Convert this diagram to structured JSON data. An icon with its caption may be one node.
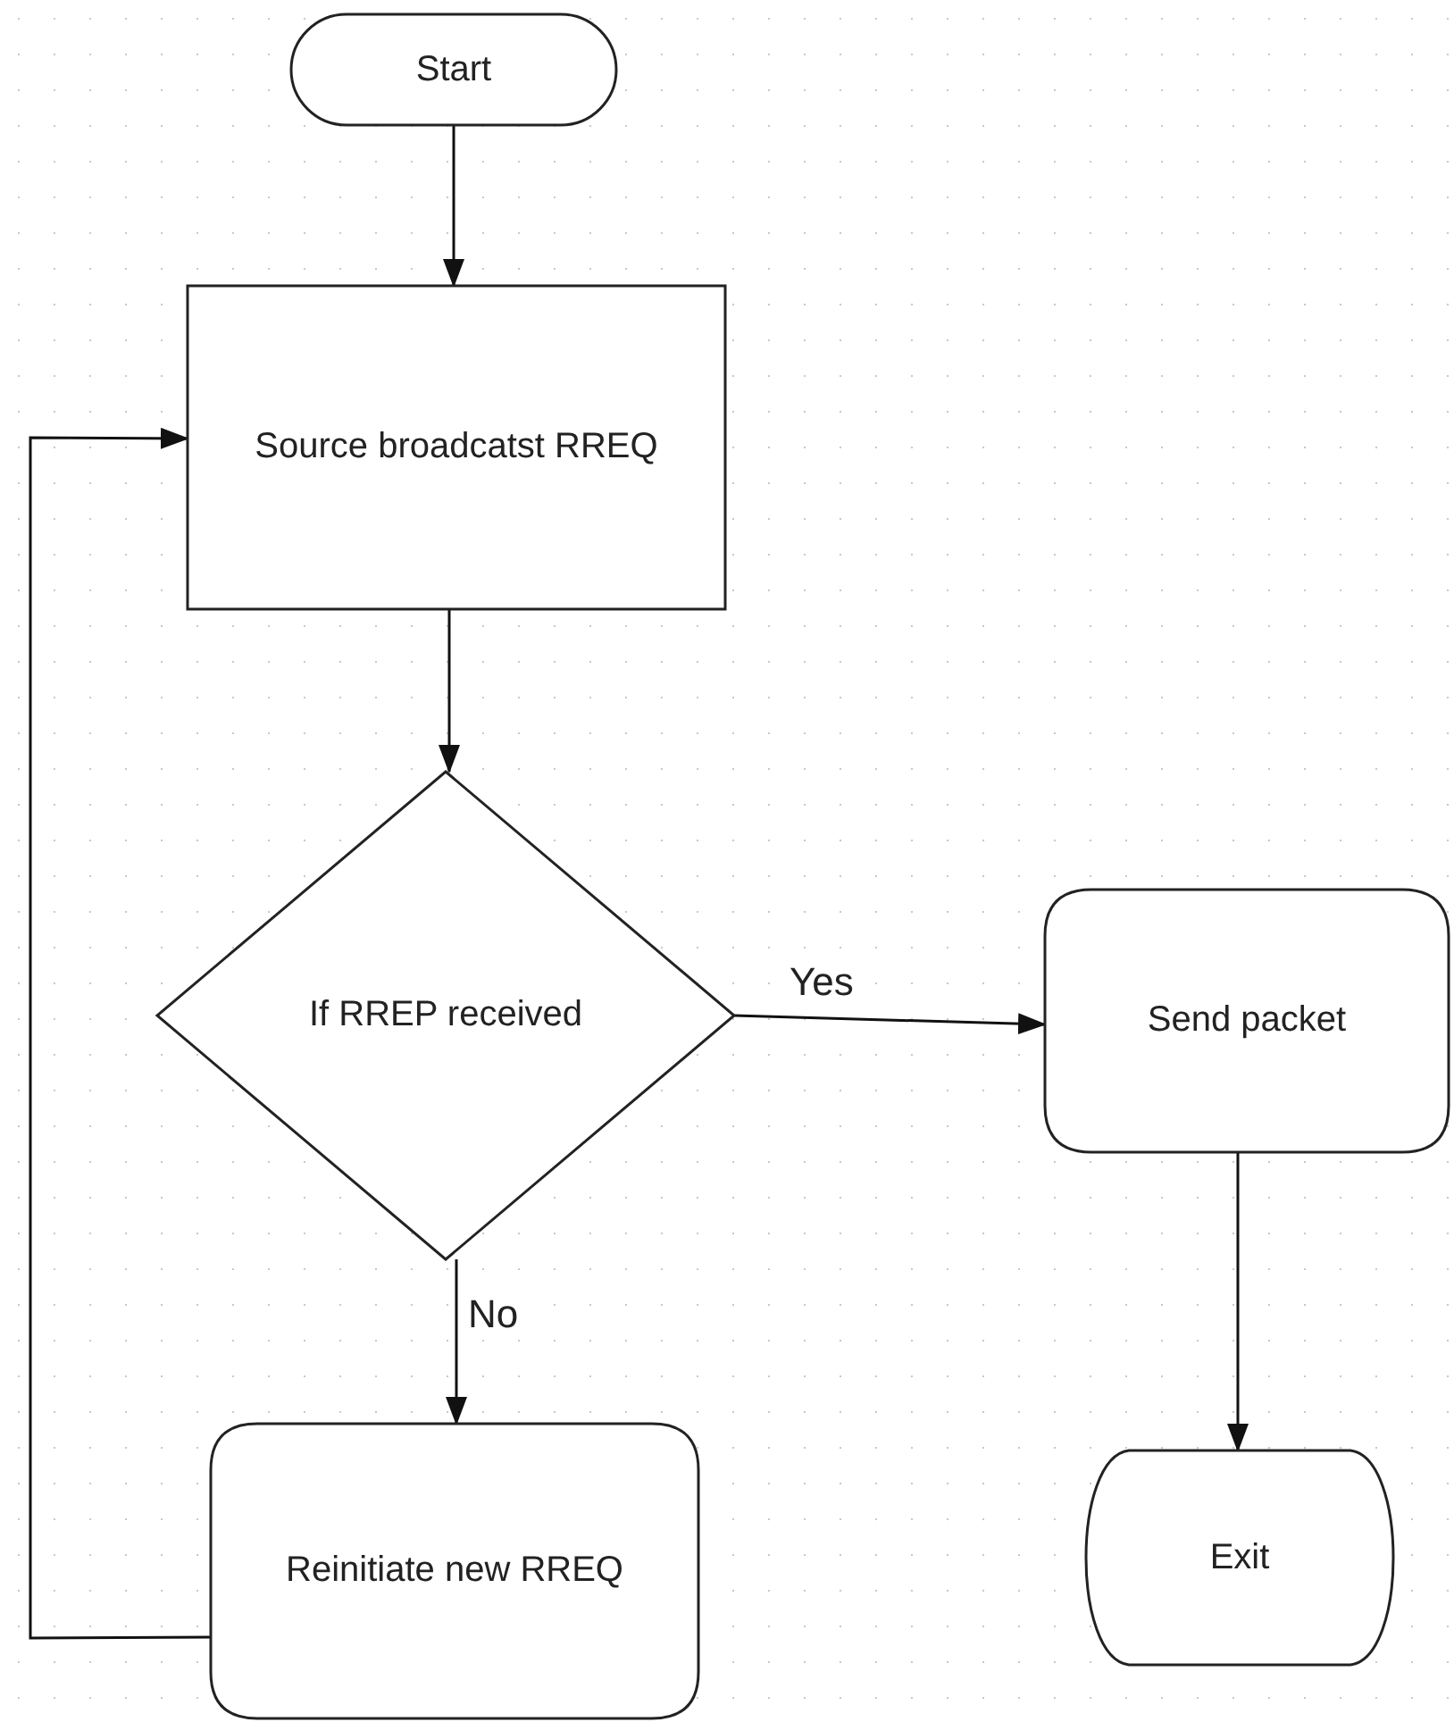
{
  "diagram": {
    "nodes": [
      {
        "text": [
          "Start"
        ]
      },
      {
        "text": [
          "Source broadcatst RREQ"
        ]
      },
      {
        "text": [
          "If RREP received"
        ]
      },
      {
        "text": [
          "Send packet"
        ]
      },
      {
        "text": [
          "Reinitiate new RREQ"
        ]
      },
      {
        "text": [
          "Exit"
        ]
      }
    ],
    "edges": [
      {
        "from": 0,
        "to": 1,
        "arrow": "to"
      },
      {
        "from": 1,
        "to": 2,
        "arrow": "to"
      },
      {
        "from": 2,
        "to": 3,
        "arrow": "to",
        "label": "Yes"
      },
      {
        "from": 2,
        "to": 4,
        "arrow": "to",
        "label": "No"
      },
      {
        "from": 4,
        "to": 1,
        "arrow": "to"
      },
      {
        "from": 3,
        "to": 5,
        "arrow": "to"
      }
    ]
  }
}
